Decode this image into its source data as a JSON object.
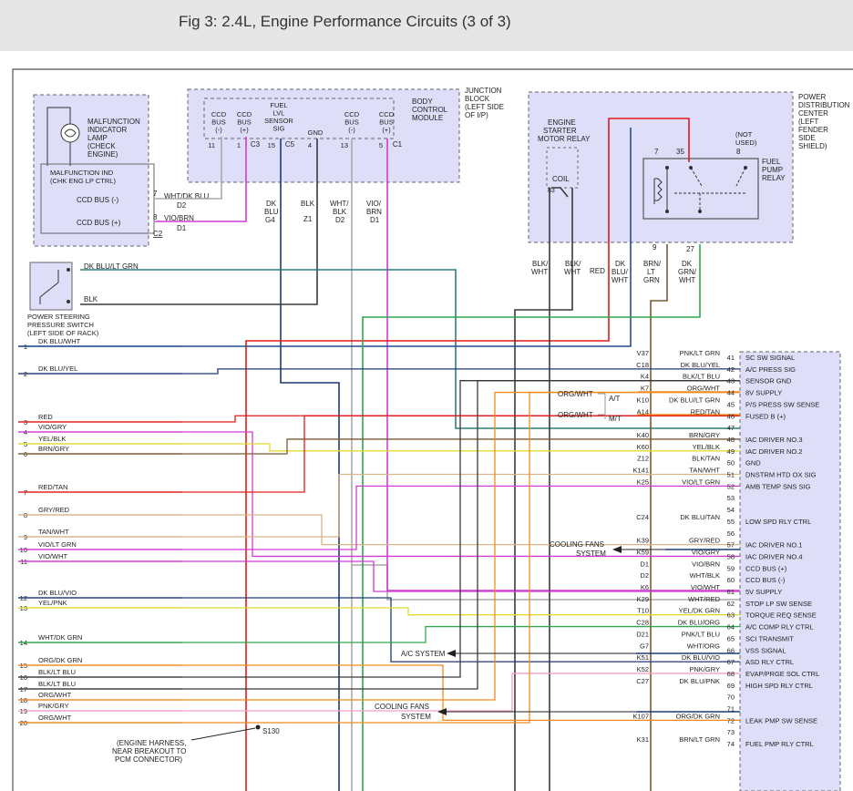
{
  "header": {
    "title": "Fig 3: 2.4L, Engine Performance Circuits (3 of 3)"
  },
  "colors": {
    "dkblu": "#1f3a78",
    "dkblu_wht": "#244f8c",
    "red": "#e21a1a",
    "vio": "#d23ad6",
    "yel": "#e0dc30",
    "brn": "#7d5a2e",
    "tan": "#d7b48a",
    "org": "#f08c1e",
    "gry": "#aaaaaa",
    "grn": "#2fa84c",
    "blk": "#3a3a3a",
    "teal": "#2e7f7f",
    "pink": "#f0a0c8",
    "box": "#dedef9"
  },
  "mil": {
    "title": "MALFUNCTION INDICATOR LAMP (CHECK ENGINE)",
    "inner": "MALFUNCTION IND (CHK ENG LP CTRL)",
    "pins": [
      {
        "name": "CCD BUS (-)",
        "num": "7",
        "wire": "WHT/DK BLU",
        "circ": "D2"
      },
      {
        "name": "CCD BUS (+)",
        "num": "8",
        "wire": "VIO/BRN",
        "circ": "D1"
      }
    ],
    "conn": "C2"
  },
  "bcm": {
    "title": "BODY CONTROL MODULE",
    "pins": [
      {
        "name": "CCD BUS (-)",
        "num": "11"
      },
      {
        "name": "CCD BUS (+)",
        "num": "1",
        "conn": "C3"
      },
      {
        "name": "FUEL LVL SENSOR SIG",
        "num": "15",
        "conn": "C5"
      },
      {
        "name": "GND",
        "num": "4"
      },
      {
        "name": "CCD BUS (-)",
        "num": "13"
      },
      {
        "name": "CCD BUS (+)",
        "num": "5",
        "conn": "C1"
      }
    ]
  },
  "junction": {
    "label": "JUNCTION BLOCK (LEFT SIDE OF I/P)"
  },
  "bcm_wires": [
    {
      "wire": "DK BLU",
      "circ": "G4"
    },
    {
      "wire": "BLK",
      "circ": "Z1"
    },
    {
      "wire": "WHT/ BLK",
      "circ": "D2"
    },
    {
      "wire": "VIO/ BRN",
      "circ": "D1"
    }
  ],
  "pdc": {
    "title": "POWER DISTRIBUTION CENTER (LEFT FENDER SIDE SHIELD)",
    "starter_relay": "ENGINE STARTER MOTOR RELAY",
    "coil": "COIL",
    "coil_pin": "83",
    "fuel_pump": "FUEL PUMP RELAY",
    "not_used": "(NOT USED)",
    "pins": [
      "7",
      "35",
      "8",
      "9",
      "27"
    ]
  },
  "pdc_wires": [
    "BLK/ WHT",
    "BLK/ WHT",
    "RED",
    "DK BLU/ WHT",
    "BRN/ LT GRN",
    "DK GRN/ WHT"
  ],
  "ps_switch": {
    "label": "POWER STEERING PRESSURE SWITCH (LEFT SIDE OF RACK)",
    "wire1": "DK BLU/LT GRN",
    "wire2": "BLK"
  },
  "left_pins": [
    {
      "n": "1",
      "w": "DK BLU/WHT"
    },
    {
      "n": "2",
      "w": "DK BLU/YEL"
    },
    {
      "n": "3",
      "w": "RED"
    },
    {
      "n": "4",
      "w": "VIO/GRY"
    },
    {
      "n": "5",
      "w": "YEL/BLK"
    },
    {
      "n": "6",
      "w": "BRN/GRY"
    },
    {
      "n": "7",
      "w": "RED/TAN"
    },
    {
      "n": "8",
      "w": "GRY/RED"
    },
    {
      "n": "9",
      "w": "TAN/WHT"
    },
    {
      "n": "10",
      "w": "VIO/LT GRN"
    },
    {
      "n": "11",
      "w": "VIO/WHT"
    },
    {
      "n": "12",
      "w": "DK BLU/VIO"
    },
    {
      "n": "13",
      "w": "YEL/PNK"
    },
    {
      "n": "14",
      "w": "WHT/DK GRN"
    },
    {
      "n": "15",
      "w": "ORG/DK GRN"
    },
    {
      "n": "16",
      "w": "BLK/LT BLU"
    },
    {
      "n": "17",
      "w": "BLK/LT BLU"
    },
    {
      "n": "18",
      "w": "ORG/WHT"
    },
    {
      "n": "19",
      "w": "PNK/GRY"
    },
    {
      "n": "20",
      "w": "ORG/WHT"
    }
  ],
  "splice": {
    "id": "S130",
    "note": "(ENGINE HARNESS, NEAR BREAKOUT TO PCM CONNECTOR)"
  },
  "pcm_pins": [
    {
      "n": "41",
      "c": "V37",
      "w": "PNK/LT GRN",
      "f": "SC SW SIGNAL"
    },
    {
      "n": "42",
      "c": "C18",
      "w": "DK BLU/YEL",
      "f": "A/C PRESS SIG"
    },
    {
      "n": "43",
      "c": "K4",
      "w": "BLK/LT BLU",
      "f": "SENSOR GND"
    },
    {
      "n": "44",
      "c": "K7",
      "w": "ORG/WHT",
      "f": "8V SUPPLY"
    },
    {
      "n": "45",
      "c": "K10",
      "w": "DK BLU/LT GRN",
      "f": "P/S PRESS SW SENSE"
    },
    {
      "n": "46",
      "c": "A14",
      "w": "RED/TAN",
      "f": "FUSED B (+)"
    },
    {
      "n": "47",
      "c": "",
      "w": "",
      "f": ""
    },
    {
      "n": "48",
      "c": "K40",
      "w": "BRN/GRY",
      "f": "IAC DRIVER NO.3"
    },
    {
      "n": "49",
      "c": "K60",
      "w": "YEL/BLK",
      "f": "IAC DRIVER NO.2"
    },
    {
      "n": "50",
      "c": "Z12",
      "w": "BLK/TAN",
      "f": "GND"
    },
    {
      "n": "51",
      "c": "K141",
      "w": "TAN/WHT",
      "f": "DNSTRM HTD OX SIG"
    },
    {
      "n": "52",
      "c": "K25",
      "w": "VIO/LT GRN",
      "f": "AMB TEMP SNS SIG"
    },
    {
      "n": "53",
      "c": "",
      "w": "",
      "f": ""
    },
    {
      "n": "54",
      "c": "",
      "w": "",
      "f": ""
    },
    {
      "n": "55",
      "c": "C24",
      "w": "DK BLU/TAN",
      "f": "LOW SPD RLY CTRL"
    },
    {
      "n": "56",
      "c": "",
      "w": "",
      "f": ""
    },
    {
      "n": "57",
      "c": "K39",
      "w": "GRY/RED",
      "f": "IAC DRIVER NO.1"
    },
    {
      "n": "58",
      "c": "K59",
      "w": "VIO/GRY",
      "f": "IAC DRIVER NO.4"
    },
    {
      "n": "59",
      "c": "D1",
      "w": "VIO/BRN",
      "f": "CCD BUS (+)"
    },
    {
      "n": "60",
      "c": "D2",
      "w": "WHT/BLK",
      "f": "CCD BUS (-)"
    },
    {
      "n": "61",
      "c": "K6",
      "w": "VIO/WHT",
      "f": "5V SUPPLY"
    },
    {
      "n": "62",
      "c": "K29",
      "w": "WHT/RED",
      "f": "STOP LP SW SENSE"
    },
    {
      "n": "63",
      "c": "T10",
      "w": "YEL/DK GRN",
      "f": "TORQUE REQ SENSE"
    },
    {
      "n": "64",
      "c": "C28",
      "w": "DK BLU/ORG",
      "f": "A/C COMP RLY CTRL"
    },
    {
      "n": "65",
      "c": "D21",
      "w": "PNK/LT BLU",
      "f": "SCI TRANSMIT"
    },
    {
      "n": "66",
      "c": "G7",
      "w": "WHT/ORG",
      "f": "VSS SIGNAL"
    },
    {
      "n": "67",
      "c": "K51",
      "w": "DK BLU/VIO",
      "f": "ASD RLY CTRL"
    },
    {
      "n": "68",
      "c": "K52",
      "w": "PNK/GRY",
      "f": "EVAP/PRGE SOL CTRL"
    },
    {
      "n": "69",
      "c": "C27",
      "w": "DK BLU/PNK",
      "f": "HIGH SPD RLY CTRL"
    },
    {
      "n": "70",
      "c": "",
      "w": "",
      "f": ""
    },
    {
      "n": "71",
      "c": "",
      "w": "",
      "f": ""
    },
    {
      "n": "72",
      "c": "K107",
      "w": "ORG/DK GRN",
      "f": "LEAK PMP SW SENSE"
    },
    {
      "n": "73",
      "c": "",
      "w": "",
      "f": ""
    },
    {
      "n": "74",
      "c": "K31",
      "w": "BRN/LT GRN",
      "f": "FUEL PMP RLY CTRL"
    }
  ],
  "orgwht_labels": [
    {
      "w": "ORG/WHT",
      "t": "A/T"
    },
    {
      "w": "ORG/WHT",
      "t": "M/T"
    }
  ],
  "dest": {
    "cooling1": "COOLING FANS SYSTEM",
    "ac": "A/C SYSTEM",
    "cooling2": "COOLING FANS SYSTEM"
  }
}
